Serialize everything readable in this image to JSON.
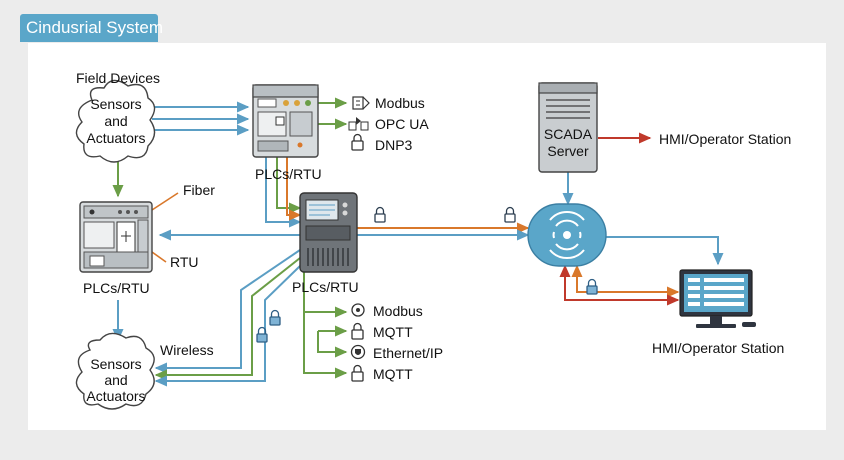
{
  "title": "Cindusrial System",
  "field_devices_label": "Field Devices",
  "sensors_top": [
    "Sensors",
    "and",
    "Actuators"
  ],
  "sensors_bottom": [
    "Sensors",
    "and",
    "Actuators"
  ],
  "plc_top_label": "PLCs/RTU",
  "plc_left_label": "PLCs/RTU",
  "plc_center_label": "PLCs/RTU",
  "fiber_label": "Fiber",
  "rtu_label": "RTU",
  "wireless_label": "Wireless",
  "protocols_top": [
    "Modbus",
    "OPC UA",
    "DNP3"
  ],
  "protocols_bottom": [
    "Modbus",
    "MQTT",
    "Ethernet/IP",
    "MQTT"
  ],
  "scada_label": [
    "SCADA",
    "Server"
  ],
  "hmi_top_label": "HMI/Operator Station",
  "hmi_bottom_label": "HMI/Operator Station",
  "colors": {
    "blue": "#5b9ec4",
    "green": "#6b9e47",
    "orange": "#d9782b",
    "red": "#c0392b",
    "title": "#5aa6c9"
  }
}
